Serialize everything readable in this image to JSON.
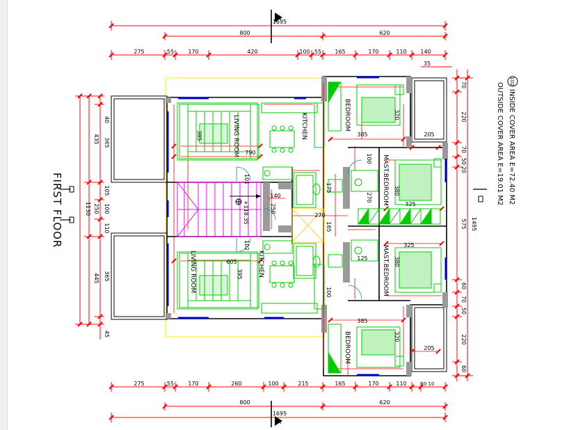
{
  "drawing": {
    "floor_label": "FIRST FLOOR",
    "section_marker": "A",
    "apartment_number": "102",
    "area_notes": {
      "inside": "INSIDE COVER AREA E=72.40 M2",
      "outside": "OUTSIDE COVER AREA E=19.01 M2"
    },
    "elevation": "+118.35",
    "stair_numbers": [
      "101",
      "102"
    ],
    "rooms": {
      "living_top": "LIVING ROOM",
      "living_bottom": "LIVING ROOM",
      "kitchen_top": "KITCHEN",
      "kitchen_bottom": "KITCHEN",
      "bedroom_top": "BEDROOM",
      "bedroom_bottom": "BEDROOM",
      "master_top": "MAST.BEDROOM",
      "master_bottom": "MAST.BEDROOM"
    },
    "dims_top": {
      "overall": "1695",
      "major": [
        "800",
        "620"
      ],
      "minor": [
        "275",
        "55",
        "170",
        "420",
        "100",
        "55",
        "165",
        "170",
        "110",
        "140"
      ],
      "extra": "35"
    },
    "dims_bottom": {
      "overall": "1695",
      "major": [
        "800",
        "620"
      ],
      "minor": [
        "275",
        "55",
        "170",
        "260",
        "100",
        "215",
        "165",
        "170",
        "110",
        "30",
        "10"
      ]
    },
    "dims_left": {
      "overall": "1130",
      "major": [
        "435",
        "250",
        "445"
      ],
      "minor": [
        "40",
        "365",
        "105",
        "100",
        "110",
        "365",
        "45"
      ]
    },
    "dims_right": {
      "overall": "1495",
      "minor": [
        "70",
        "220",
        "70",
        "50",
        "20",
        "575",
        "60",
        "70",
        "50",
        "220",
        "60"
      ]
    },
    "interior_dims": [
      "385",
      "790",
      "320",
      "385",
      "205",
      "100",
      "380",
      "175",
      "270",
      "325",
      "140",
      "250",
      "270",
      "165",
      "125",
      "325",
      "380",
      "605",
      "395",
      "100",
      "385",
      "320",
      "205"
    ]
  },
  "colors": {
    "grid": "#ff0000",
    "walls": "#00cc00",
    "text": "#000000",
    "accent": "#ff00ff",
    "window": "#0000cc",
    "balcony": "#ffff00"
  }
}
